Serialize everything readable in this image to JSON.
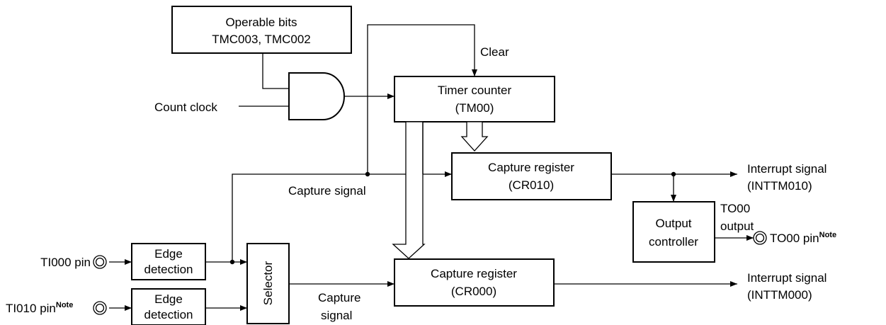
{
  "blocks": {
    "operable_bits": {
      "line1": "Operable bits",
      "line2": "TMC003, TMC002"
    },
    "timer_counter": {
      "line1": "Timer counter",
      "line2": "(TM00)"
    },
    "capture_register_1": {
      "line1": "Capture register",
      "line2": "(CR010)"
    },
    "capture_register_0": {
      "line1": "Capture register",
      "line2": "(CR000)"
    },
    "output_controller": {
      "line1": "Output",
      "line2": "controller"
    },
    "edge_detection_1": {
      "line1": "Edge",
      "line2": "detection"
    },
    "edge_detection_2": {
      "line1": "Edge",
      "line2": "detection"
    },
    "selector": {
      "label": "Selector"
    }
  },
  "signals": {
    "clear": "Clear",
    "count_clock": "Count clock",
    "capture_signal": "Capture signal",
    "capture_signal_2_line1": "Capture",
    "capture_signal_2_line2": "signal",
    "interrupt_1_line1": "Interrupt signal",
    "interrupt_1_line2": "(INTTM010)",
    "interrupt_0_line1": "Interrupt signal",
    "interrupt_0_line2": "(INTTM000)",
    "to00_output_line1": "TO00",
    "to00_output_line2": "output"
  },
  "pins": {
    "ti000": "TI000 pin",
    "ti010": "TI010 pin",
    "ti010_note": "Note",
    "to00": "TO00 pin",
    "to00_note": "Note"
  }
}
